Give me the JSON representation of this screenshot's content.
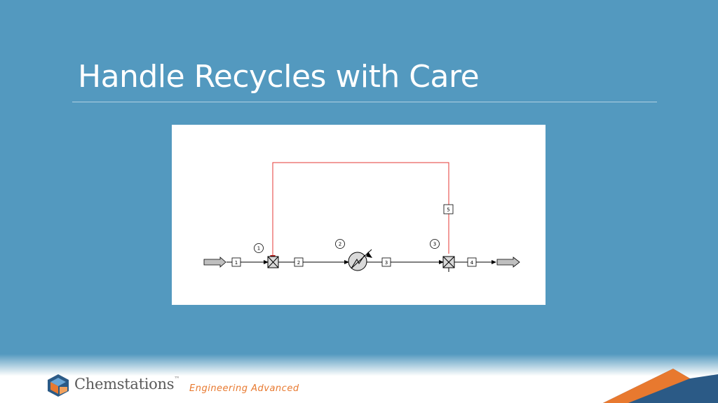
{
  "slide": {
    "title": "Handle Recycles with Care"
  },
  "diagram": {
    "stream_labels": [
      "1",
      "2",
      "3",
      "4",
      "5"
    ],
    "unit_labels": [
      "1",
      "2",
      "3"
    ],
    "recycle_color": "#e53935",
    "line_color": "#000000",
    "arrow_fill": "#bfbfbf"
  },
  "footer": {
    "company": "Chemstations",
    "trademark": "™",
    "tagline": "Engineering Advanced",
    "brand_orange": "#e8792f",
    "brand_blue": "#2b5a86"
  }
}
